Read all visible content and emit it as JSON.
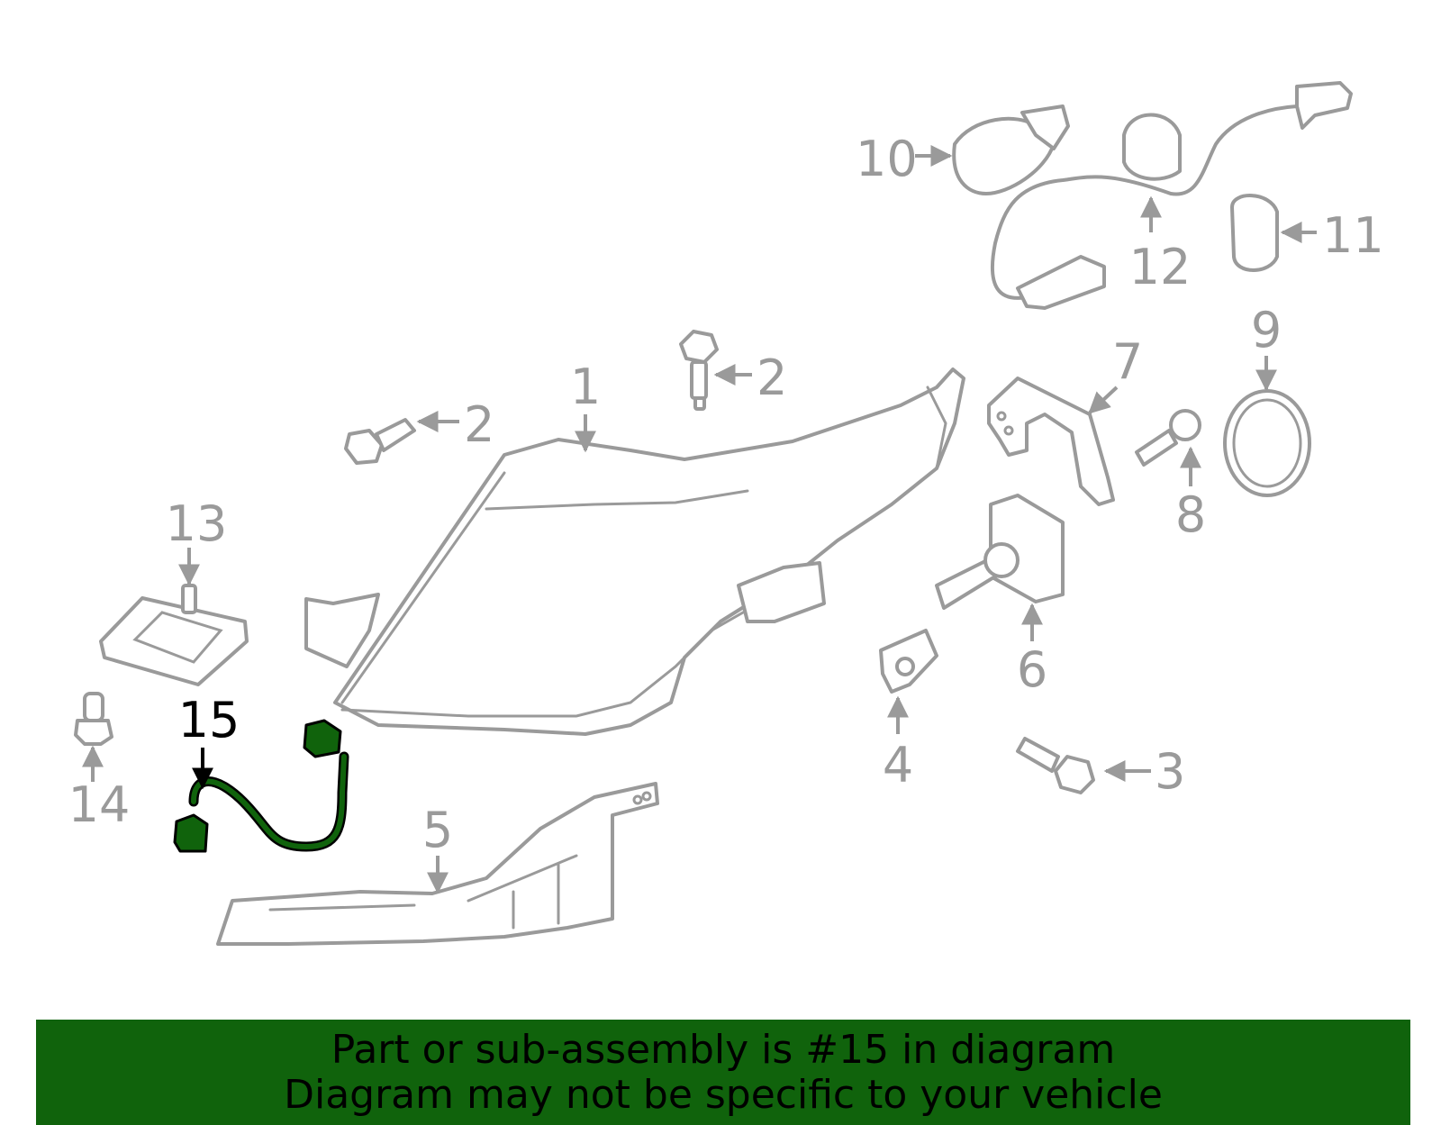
{
  "callouts": {
    "c1": "1",
    "c2a": "2",
    "c2b": "2",
    "c3": "3",
    "c4": "4",
    "c5": "5",
    "c6": "6",
    "c7": "7",
    "c8": "8",
    "c9": "9",
    "c10": "10",
    "c11": "11",
    "c12": "12",
    "c13": "13",
    "c14": "14",
    "c15": "15"
  },
  "highlight": {
    "part_number": "15",
    "color": "#10630c"
  },
  "colors": {
    "part_outline": "#9a9a9a",
    "highlight_callout": "#000000",
    "banner_bg": "#10630c"
  },
  "banner": {
    "line1": "Part or sub-assembly is #15 in diagram",
    "line2": "Diagram may not be specific to your vehicle"
  }
}
